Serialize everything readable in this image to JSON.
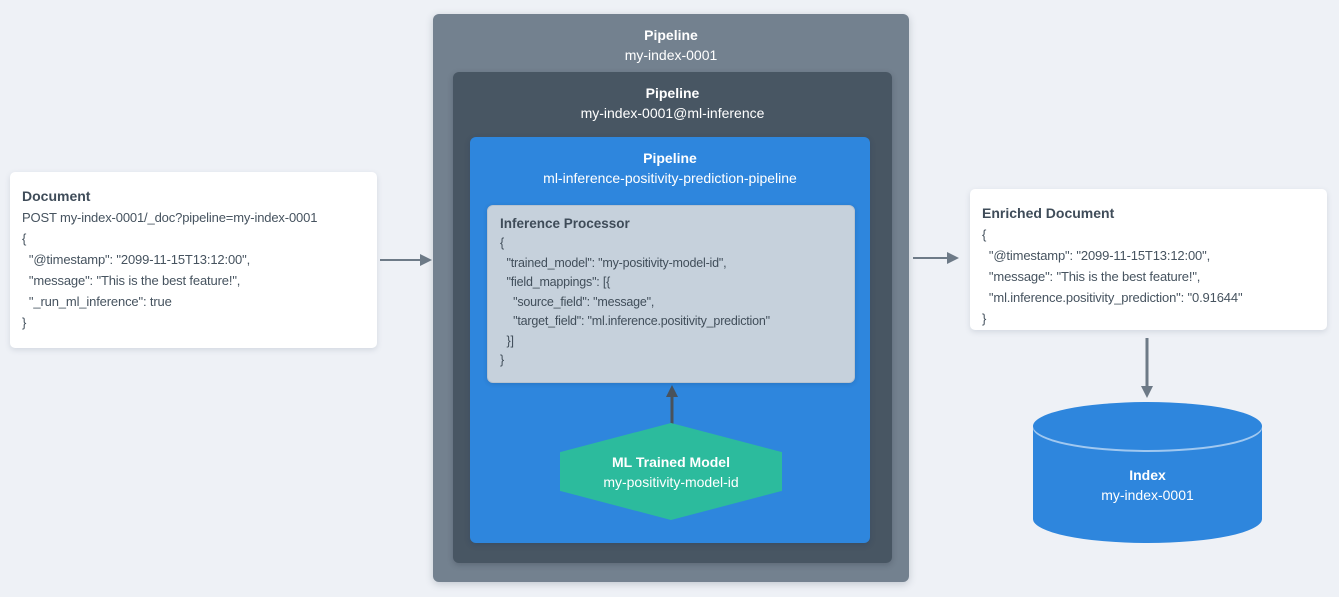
{
  "colors": {
    "background": "#eef1f6",
    "outer_pipeline_box": "#73818f",
    "middle_pipeline_box": "#485663",
    "inner_pipeline_box": "#2e86dd",
    "processor_box": "#c6d1dc",
    "model_hexagon": "#2cbb9d",
    "index_cylinder": "#2e86dd",
    "card_background": "#ffffff",
    "dark_text": "#3f4c59",
    "arrow_gray": "#6d7a87",
    "arrow_dark": "#49525b"
  },
  "document_card": {
    "title": "Document",
    "lines": [
      "POST my-index-0001/_doc?pipeline=my-index-0001",
      "{",
      "  \"@timestamp\": \"2099-11-15T13:12:00\",",
      "  \"message\": \"This is the best feature!\",",
      "  \"_run_ml_inference\": true",
      "}"
    ]
  },
  "outer_pipeline": {
    "label": "Pipeline",
    "name": "my-index-0001"
  },
  "middle_pipeline": {
    "label": "Pipeline",
    "name": "my-index-0001@ml-inference"
  },
  "inner_pipeline": {
    "label": "Pipeline",
    "name": "ml-inference-positivity-prediction-pipeline"
  },
  "inference_processor": {
    "title": "Inference Processor",
    "lines": [
      "{",
      "  \"trained_model\": \"my-positivity-model-id\",",
      "  \"field_mappings\": [{",
      "    \"source_field\": \"message\",",
      "    \"target_field\": \"ml.inference.positivity_prediction\"",
      "  }]",
      "}"
    ]
  },
  "ml_model": {
    "title": "ML Trained Model",
    "name": "my-positivity-model-id"
  },
  "enriched_card": {
    "title": "Enriched Document",
    "lines": [
      "{",
      "  \"@timestamp\": \"2099-11-15T13:12:00\",",
      "  \"message\": \"This is the best feature!\",",
      "  \"ml.inference.positivity_prediction\": \"0.91644\"",
      "}"
    ]
  },
  "index": {
    "title": "Index",
    "name": "my-index-0001"
  }
}
